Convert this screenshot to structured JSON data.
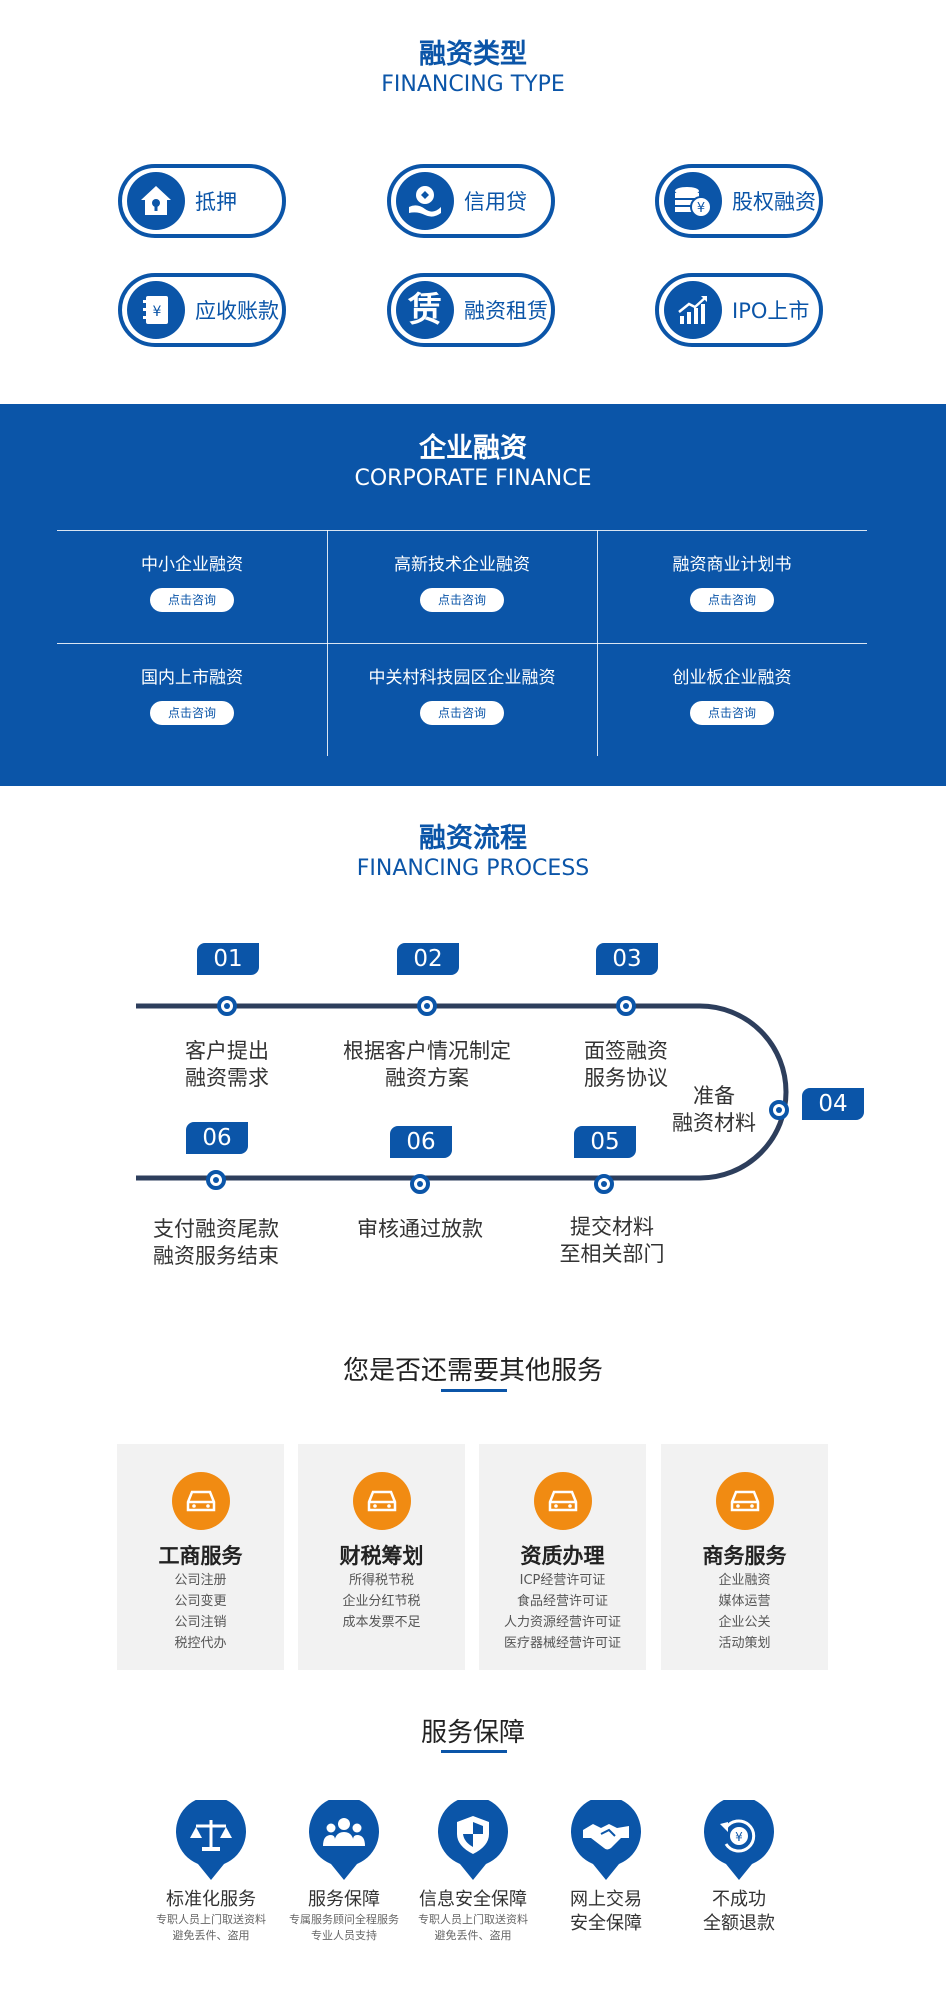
{
  "financing_type": {
    "title_cn": "融资类型",
    "title_en": "FINANCING TYPE",
    "items": [
      {
        "label": "抵押",
        "icon": "house-lock-icon"
      },
      {
        "label": "信用贷",
        "icon": "hand-coin-icon"
      },
      {
        "label": "股权融资",
        "icon": "coin-stack-icon"
      },
      {
        "label": "应收账款",
        "icon": "ledger-yen-icon"
      },
      {
        "label": "融资租赁",
        "icon": "lease-character-icon",
        "glyph": "赁"
      },
      {
        "label": "IPO上市",
        "icon": "bar-chart-rising-icon"
      }
    ]
  },
  "corporate": {
    "title_cn": "企业融资",
    "title_en": "CORPORATE FINANCE",
    "button_label": "点击咨询",
    "cells": [
      "中小企业融资",
      "高新技术企业融资",
      "融资商业计划书",
      "国内上市融资",
      "中关村科技园区企业融资",
      "创业板企业融资"
    ]
  },
  "process": {
    "title_cn": "融资流程",
    "title_en": "FINANCING PROCESS",
    "steps": [
      {
        "num": "01",
        "line1": "客户提出",
        "line2": "融资需求"
      },
      {
        "num": "02",
        "line1": "根据客户情况制定",
        "line2": "融资方案"
      },
      {
        "num": "03",
        "line1": "面签融资",
        "line2": "服务协议"
      },
      {
        "num": "04",
        "line1": "准备",
        "line2": "融资材料"
      },
      {
        "num": "05",
        "line1": "提交材料",
        "line2": "至相关部门"
      },
      {
        "num": "06",
        "line1": "审核通过放款",
        "line2": ""
      },
      {
        "num": "06",
        "line1": "支付融资尾款",
        "line2": "融资服务结束"
      }
    ]
  },
  "other_services": {
    "title": "您是否还需要其他服务",
    "cards": [
      {
        "title": "工商服务",
        "items": [
          "公司注册",
          "公司变更",
          "公司注销",
          "税控代办"
        ]
      },
      {
        "title": "财税筹划",
        "items": [
          "所得税节税",
          "企业分红节税",
          "成本发票不足"
        ]
      },
      {
        "title": "资质办理",
        "items": [
          "ICP经营许可证",
          "食品经营许可证",
          "人力资源经营许可证",
          "医疗器械经营许可证"
        ]
      },
      {
        "title": "商务服务",
        "items": [
          "企业融资",
          "媒体运营",
          "企业公关",
          "活动策划"
        ]
      }
    ]
  },
  "guarantee": {
    "title": "服务保障",
    "items": [
      {
        "title1": "标准化服务",
        "title2": "",
        "sub1": "专职人员上门取送资料",
        "sub2": "避免丢件、盗用",
        "icon": "scale-icon"
      },
      {
        "title1": "服务保障",
        "title2": "",
        "sub1": "专属服务顾问全程服务",
        "sub2": "专业人员支持",
        "icon": "team-icon"
      },
      {
        "title1": "信息安全保障",
        "title2": "",
        "sub1": "专职人员上门取送资料",
        "sub2": "避免丢件、盗用",
        "icon": "shield-icon"
      },
      {
        "title1": "网上交易",
        "title2": "安全保障",
        "sub1": "",
        "sub2": "",
        "icon": "handshake-icon"
      },
      {
        "title1": "不成功",
        "title2": "全额退款",
        "sub1": "",
        "sub2": "",
        "icon": "refund-yen-icon"
      }
    ]
  },
  "colors": {
    "brand_blue": "#0b55a8",
    "accent_orange": "#f18b12",
    "card_grey": "#f2f2f2"
  }
}
